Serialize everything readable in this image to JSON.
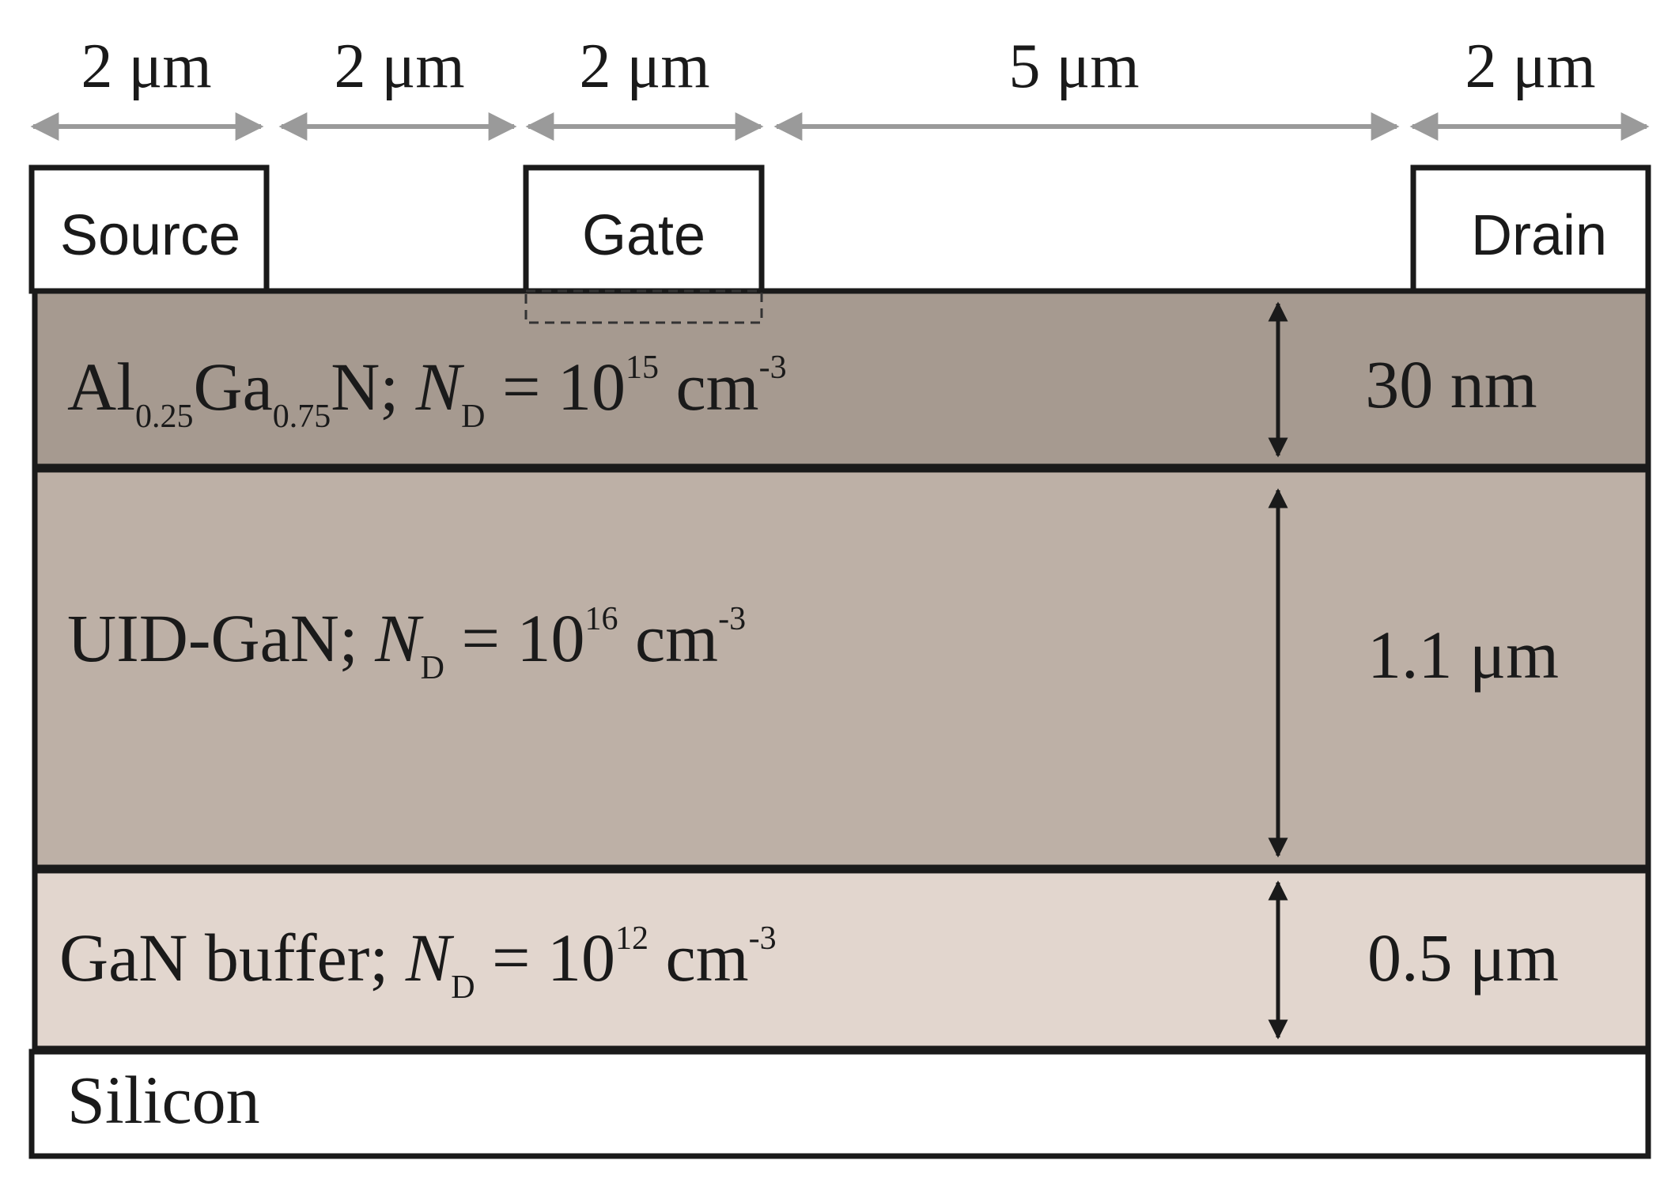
{
  "dimensions": [
    {
      "label": "2 μm"
    },
    {
      "label": "2 μm"
    },
    {
      "label": "2 μm"
    },
    {
      "label": "5 μm"
    },
    {
      "label": "2 μm"
    }
  ],
  "contacts": {
    "source": "Source",
    "gate": "Gate",
    "drain": "Drain"
  },
  "layers": {
    "algan": {
      "material_base": "Al",
      "al_frac": "0.25",
      "ga": "Ga",
      "ga_frac": "0.75",
      "n_sep": "N; ",
      "nd": "N",
      "nd_sub": "D",
      "eq": " = 10",
      "exp": "15",
      "unit": " cm",
      "unit_exp": "-3",
      "thickness": "30 nm",
      "color": "#a69a90"
    },
    "uid": {
      "material": "UID-GaN; ",
      "nd": "N",
      "nd_sub": "D",
      "eq": " = 10",
      "exp": "16",
      "unit": " cm",
      "unit_exp": "-3",
      "thickness": "1.1 μm",
      "color": "#bdb0a6"
    },
    "buffer": {
      "material": "GaN buffer; ",
      "nd": "N",
      "nd_sub": "D",
      "eq": " = 10",
      "exp": "12",
      "unit": " cm",
      "unit_exp": "-3",
      "thickness": "0.5 μm",
      "color": "#e2d6ce"
    },
    "silicon": {
      "material": "Silicon",
      "color": "#ffffff"
    }
  },
  "colors": {
    "outline": "#1a1a1a",
    "dimension_arrow": "#9a9a9a",
    "thickness_arrow": "#1a1a1a"
  }
}
